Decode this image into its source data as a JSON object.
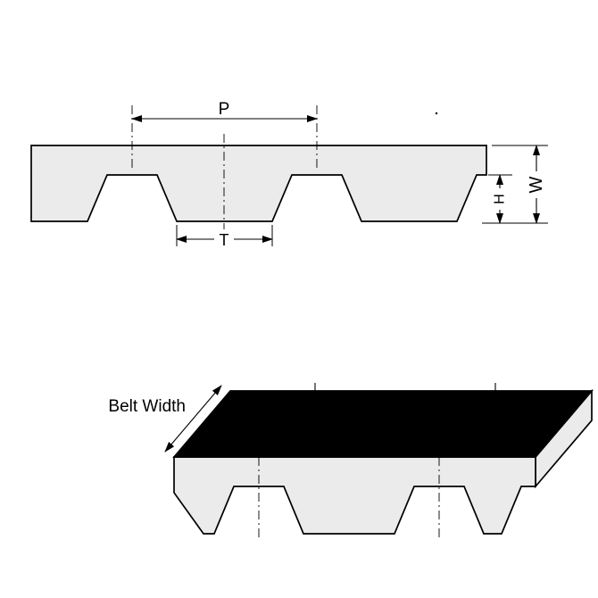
{
  "diagram": {
    "type": "timing-belt-dimension-drawing",
    "labels": {
      "pitch": "P",
      "tooth_width": "T",
      "tooth_height": "H",
      "belt_thickness": "W",
      "belt_width": "Belt Width"
    },
    "colors": {
      "belt_fill": "#ebebeb",
      "outline": "#000000",
      "top_surface": "#000000",
      "background": "#ffffff"
    }
  }
}
